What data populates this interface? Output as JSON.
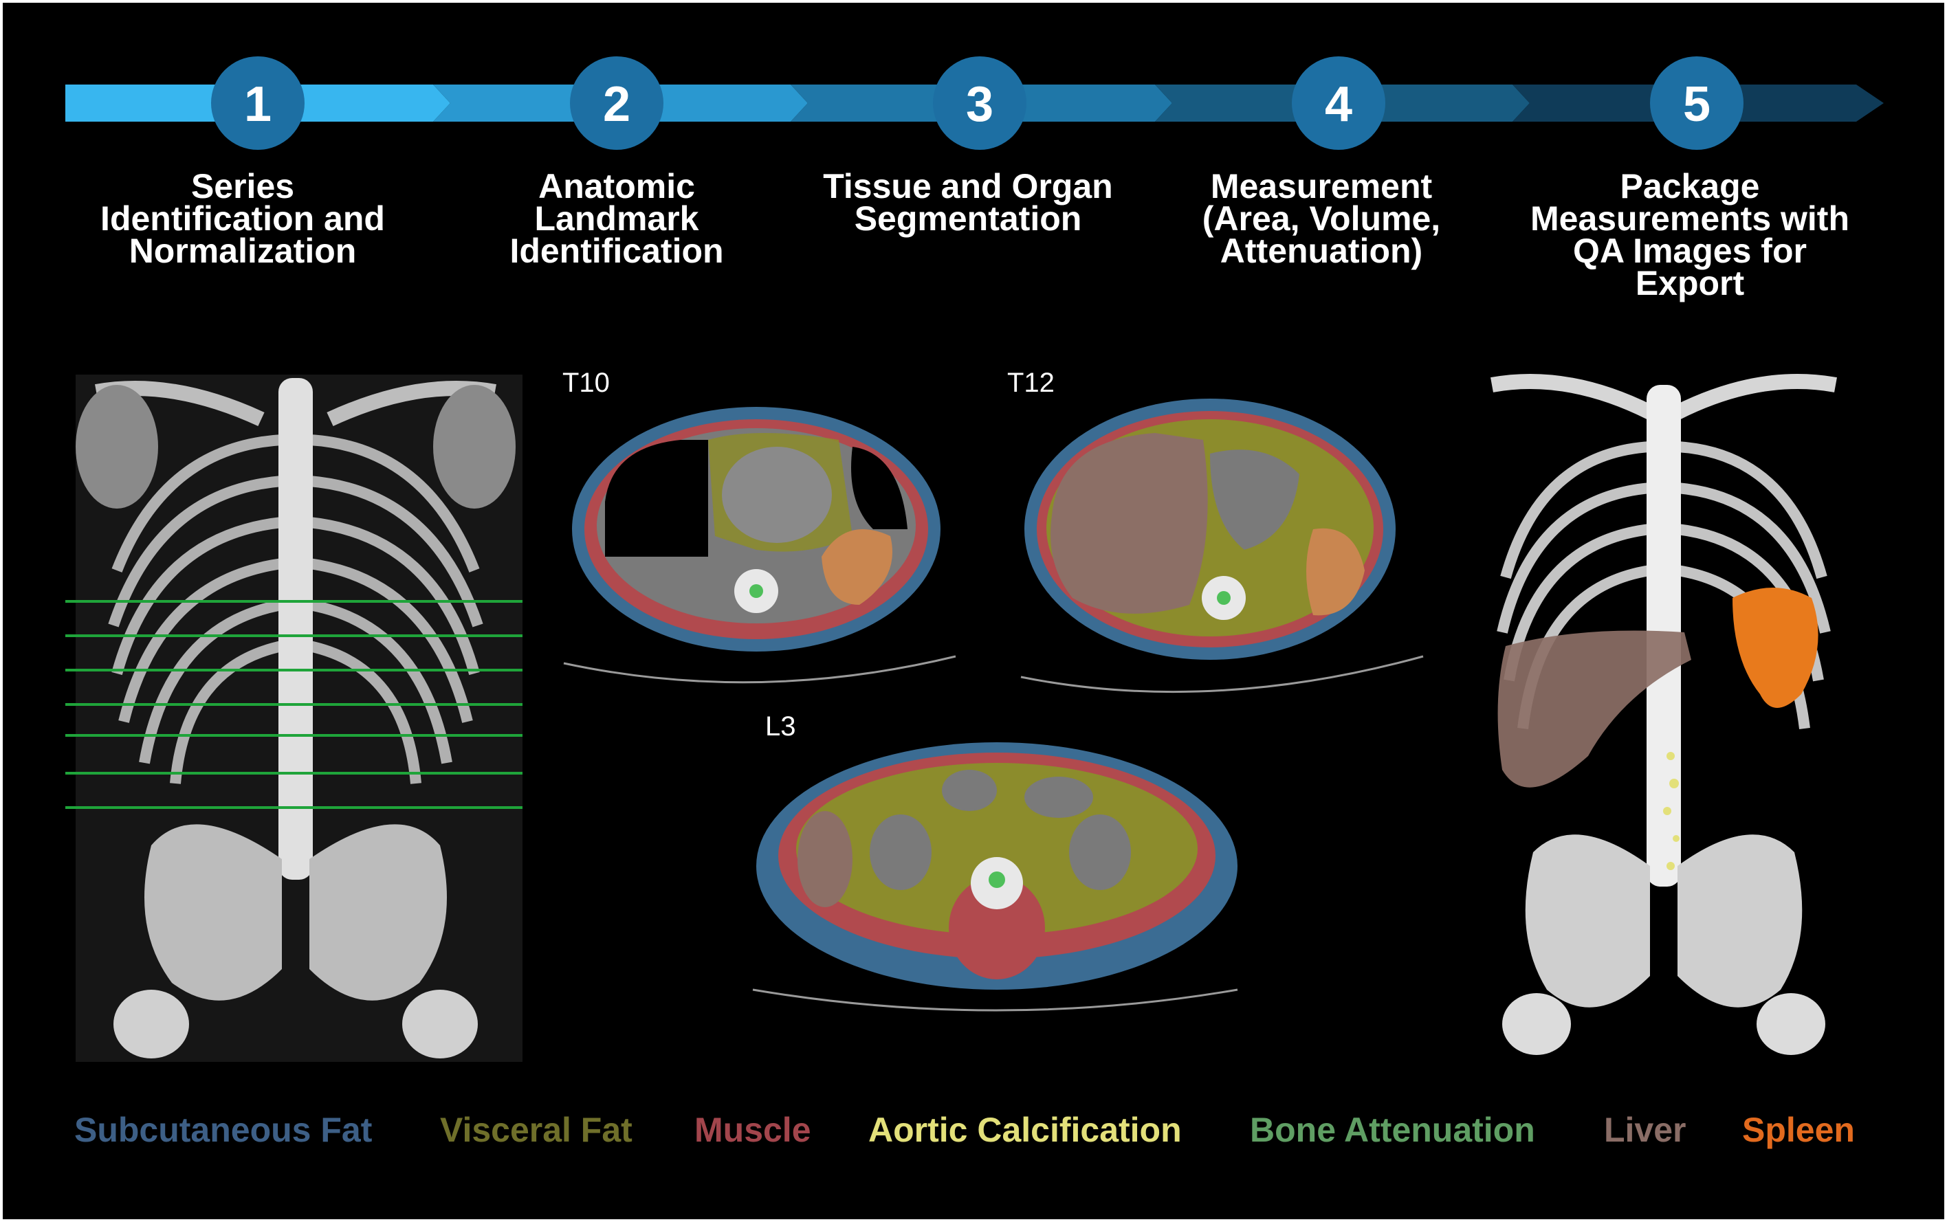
{
  "steps": [
    {
      "number": "1",
      "title": [
        "Series",
        "Identification and",
        "Normalization"
      ]
    },
    {
      "number": "2",
      "title": [
        "Anatomic",
        "Landmark",
        "Identification"
      ]
    },
    {
      "number": "3",
      "title": [
        "Tissue and Organ",
        "Segmentation"
      ]
    },
    {
      "number": "4",
      "title": [
        "Measurement",
        "(Area, Volume,",
        "Attenuation)"
      ]
    },
    {
      "number": "5",
      "title": [
        "Package",
        "Measurements with",
        "QA Images for Export"
      ]
    }
  ],
  "levels": {
    "t10": "T10",
    "t12": "T12",
    "l3": "L3"
  },
  "legend": [
    {
      "label": "Subcutaneous Fat",
      "color": "#3d5f86"
    },
    {
      "label": "Visceral Fat",
      "color": "#6f6f2a"
    },
    {
      "label": "Muscle",
      "color": "#a2454c"
    },
    {
      "label": "Aortic Calcification",
      "color": "#e3e07a"
    },
    {
      "label": "Bone Attenuation",
      "color": "#5f9e63"
    },
    {
      "label": "Liver",
      "color": "#8a6d66"
    },
    {
      "label": "Spleen",
      "color": "#e26a1e"
    }
  ],
  "colors": {
    "arrow_segments": [
      "#38b6ef",
      "#2a98d0",
      "#1f77a8",
      "#175a80",
      "#0f3b58"
    ],
    "step_circle": "#1d6fa3",
    "subcutaneous_fat": "#3b6c93",
    "visceral_fat": "#8c8c2c",
    "muscle": "#b14a4e",
    "liver": "#8c6f66",
    "spleen": "#c98650",
    "spleen_3d": "#e87a1c",
    "bone_marker": "#4fbf5a",
    "slice_lines": "#1fa43a"
  }
}
